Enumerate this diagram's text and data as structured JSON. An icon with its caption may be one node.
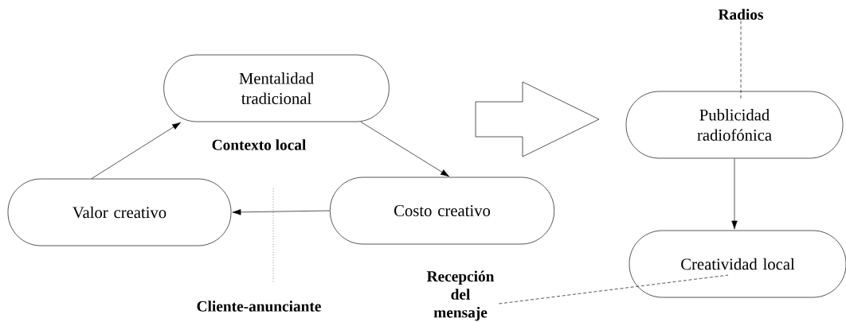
{
  "diagram": {
    "nodes": [
      {
        "text": [
          "Mentalidad tradicional"
        ]
      },
      {
        "text": [
          "Valor creativo"
        ]
      },
      {
        "text": [
          "Costo creativo"
        ]
      },
      {
        "text": [
          "Radios"
        ]
      },
      {
        "text": [
          "Publicidad radiofónica"
        ]
      },
      {
        "text": [
          "Creatividad local"
        ]
      },
      {
        "text": [
          "Recepción del mensaje"
        ]
      }
    ],
    "edges": [
      {
        "from": 1,
        "to": 0,
        "arrow": "to"
      },
      {
        "from": 0,
        "to": 2,
        "arrow": "to"
      },
      {
        "from": 2,
        "to": 1,
        "arrow": "to"
      },
      {
        "from": 3,
        "to": 4,
        "arrow": "none",
        "style": "dashed"
      },
      {
        "from": 4,
        "to": 5,
        "arrow": "to"
      },
      {
        "from": 6,
        "to": 5,
        "arrow": "none",
        "style": "dashed"
      }
    ],
    "labels": [
      "Contexto local",
      "Cliente-anunciante"
    ]
  }
}
